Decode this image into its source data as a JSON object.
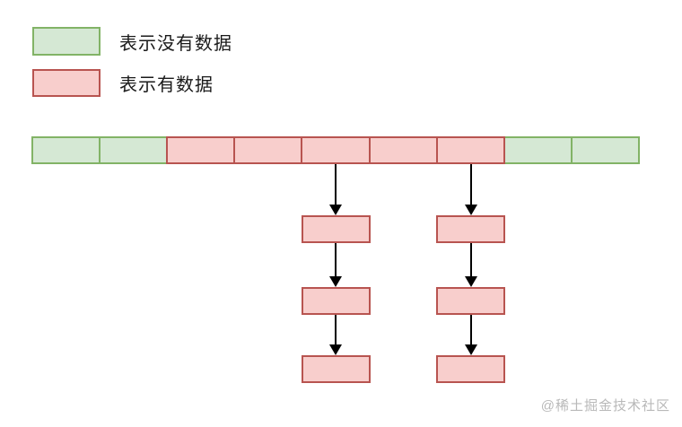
{
  "colors": {
    "empty_fill": "#d5e8d4",
    "empty_stroke": "#82b366",
    "data_fill": "#f8cecc",
    "data_stroke": "#b85450",
    "arrow": "#000000",
    "watermark": "#b9b9b9"
  },
  "legend": {
    "items": [
      {
        "state": "empty",
        "label": "表示没有数据"
      },
      {
        "state": "data",
        "label": "表示有数据"
      }
    ]
  },
  "array": {
    "cells": [
      "empty",
      "empty",
      "data",
      "data",
      "data",
      "data",
      "data",
      "empty",
      "empty"
    ]
  },
  "chains": [
    {
      "anchor_cell_index": 4,
      "nodes": [
        "data",
        "data",
        "data"
      ]
    },
    {
      "anchor_cell_index": 6,
      "nodes": [
        "data",
        "data",
        "data"
      ]
    }
  ],
  "watermark": {
    "text": "@稀土掘金技术社区"
  }
}
